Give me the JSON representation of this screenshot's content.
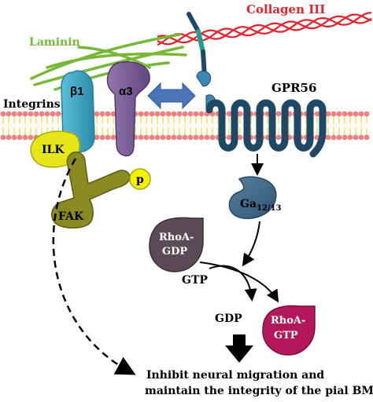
{
  "labels": {
    "collagen": "Collagen III",
    "laminin": "Laminin",
    "integrins": "Integrins",
    "beta1": "β1",
    "alpha3": "α3",
    "gpr56": "GPR56",
    "ilk": "ILK",
    "fak": "FAK",
    "p": "p",
    "ga_main": "Ga",
    "ga_sub": "12/13",
    "rhoa_gdp_line1": "RhoA-",
    "rhoa_gdp_line2": "GDP",
    "gtp": "GTP",
    "gdp": "GDP",
    "rhoa_gtp_line1": "RhoA-",
    "rhoa_gtp_line2": "GTP",
    "outcome_line1": "Inhibit neural migration and",
    "outcome_line2": "maintain the integrity of the pial BM"
  },
  "colors": {
    "collagen": "#e8202a",
    "laminin": "#77b837",
    "beta1": "#3ea3c2",
    "alpha3": "#7a5c96",
    "gpr56": "#1f4766",
    "membrane_head": "#f08080",
    "membrane_tail": "#f2ea8a",
    "ilk": "#e6e619",
    "fak": "#8a8a22",
    "ga": "#3f6787",
    "rhoa_gdp": "#5a4b54",
    "rhoa_gtp": "#b2185a",
    "double_arrow": "#4a74b8"
  }
}
